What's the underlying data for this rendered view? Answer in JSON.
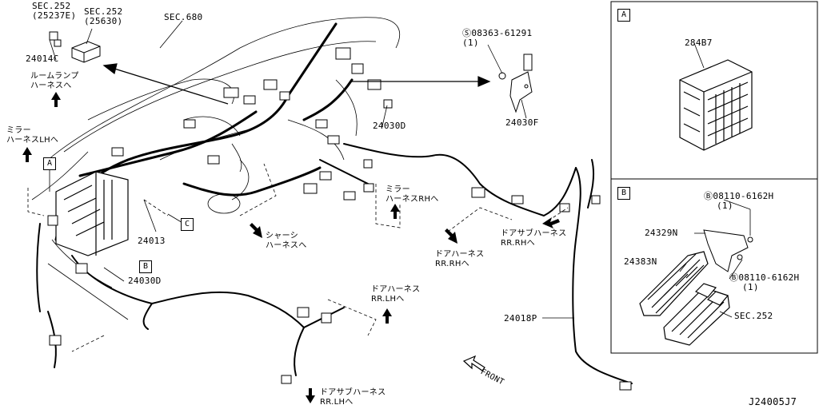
{
  "figure_code": "J24005J7",
  "front_label": "FRONT",
  "parts": {
    "sec252_a": "SEC.252",
    "sec252_a_sub": "(25237E)",
    "sec252_b": "SEC.252",
    "sec252_b_sub": "(25630)",
    "p24014c": "24014C",
    "sec680": "SEC.680",
    "bolt_08363": "08363-61291",
    "bolt_08363_qty": "(1)",
    "p24030f": "24030F",
    "p24030d_upper": "24030D",
    "p24013": "24013",
    "p24030d_lower": "24030D",
    "p24018p": "24018P",
    "p284b7": "284B7",
    "bolt_08110_a": "08110-6162H",
    "bolt_08110_a_qty": "(1)",
    "p24329n": "24329N",
    "p24383n": "24383N",
    "bolt_08110_b": "08110-6162H",
    "bolt_08110_b_qty": "(1)",
    "sec252_c": "SEC.252"
  },
  "harness_notes": {
    "room_lamp": [
      "ルームランプ",
      "ハーネスへ"
    ],
    "mirror_lh": [
      "ミラー",
      "ハーネスLHへ"
    ],
    "mirror_rh": [
      "ミラー",
      "ハーネスRHへ"
    ],
    "chassis": [
      "シャーシ",
      "ハーネスへ"
    ],
    "door_rr_rh": [
      "ドアハーネス",
      "RR.RHへ"
    ],
    "door_sub_rr_rh": [
      "ドアサブハーネス",
      "RR.RHへ"
    ],
    "door_rr_lh": [
      "ドアハーネス",
      "RR.LHへ"
    ],
    "door_sub_rr_lh": [
      "ドアサブハーネス",
      "RR.LHへ"
    ]
  },
  "callouts": {
    "a": "A",
    "b": "B",
    "c": "C"
  },
  "panels": {
    "a_title": "A",
    "b_title": "B"
  }
}
